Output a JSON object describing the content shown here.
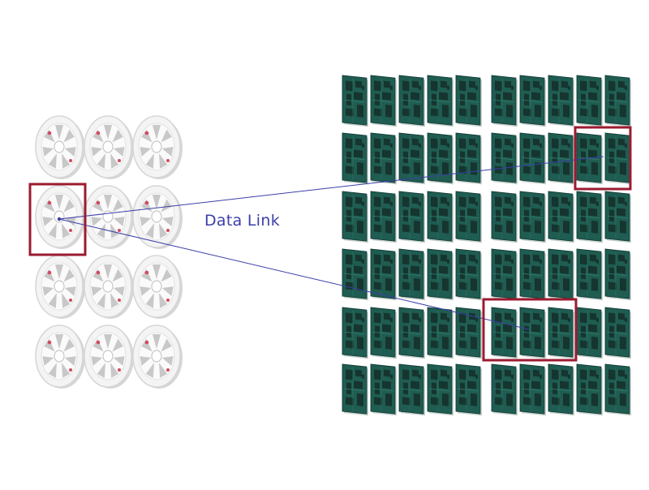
{
  "label": "Data Link",
  "colors": {
    "link_line": "#3a3fa8",
    "label_text": "#3a3fa8",
    "highlight_box": "#9b1b30",
    "board_body": "#1f5c51",
    "board_chip": "#16352f",
    "board_edge": "#c9d3cf",
    "wheel_body": "#f4f4f4",
    "wheel_rim": "#d6d6d6",
    "wheel_vane": "#c8c8c8",
    "wheel_marker": "#d24a63"
  },
  "left_array": {
    "rows": 4,
    "cols": 3,
    "icon": "turbine-wheel-icon",
    "highlighted": [
      [
        1,
        0
      ]
    ]
  },
  "right_array": {
    "rows": 6,
    "cols": 10,
    "icon": "circuit-board-icon",
    "highlighted": [
      [
        1,
        8
      ],
      [
        1,
        9
      ],
      [
        4,
        5
      ],
      [
        4,
        6
      ],
      [
        4,
        7
      ]
    ]
  },
  "links": [
    {
      "from": [
        1,
        0
      ],
      "to": [
        1,
        8
      ]
    },
    {
      "from": [
        1,
        0
      ],
      "to": [
        4,
        6
      ]
    }
  ]
}
